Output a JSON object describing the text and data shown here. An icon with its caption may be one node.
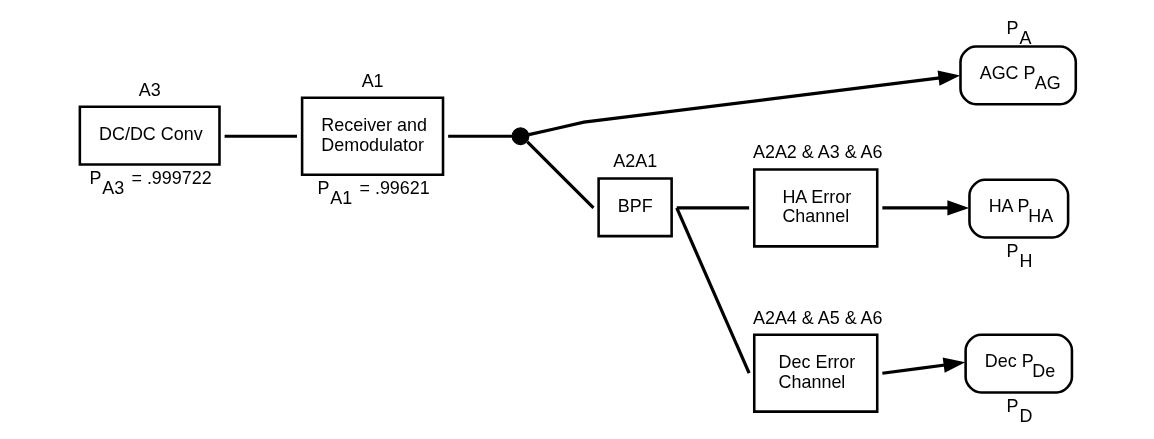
{
  "diagram": {
    "nodes": [
      {
        "text": [
          "A3",
          "DC/DC Conv"
        ],
        "beside": [
          "P$_{A3}$ = .999722"
        ]
      },
      {
        "text": [
          "A1",
          "Receiver and Demodulator"
        ],
        "beside": [
          "P$_{A1}$ = .99621"
        ]
      },
      {
        "text": [],
        "shape": "circle"
      },
      {
        "text": [
          "A2A1",
          "BPF"
        ]
      },
      {
        "text": [
          "A2A2 & A3 & A6",
          "HA Error Channel"
        ]
      },
      {
        "text": [
          "A2A4 & A5 & A6",
          "Dec Error Channel"
        ]
      },
      {
        "text": [
          "P$_{A}$",
          "AGC P$_{AG}$"
        ]
      },
      {
        "text": [
          "HA P$_{HA}$"
        ],
        "beside": [
          "P$_{H}$"
        ]
      },
      {
        "text": [
          "Dec P$_{De}$"
        ],
        "beside": [
          "P$_{D}$"
        ]
      }
    ],
    "edges": [
      {
        "from": 0,
        "to": 1,
        "arrow": "none"
      },
      {
        "from": 1,
        "to": 2,
        "arrow": "none"
      },
      {
        "from": 2,
        "to": 6,
        "arrow": "to"
      },
      {
        "from": 2,
        "to": 3,
        "arrow": "none"
      },
      {
        "from": 3,
        "to": 4,
        "arrow": "none"
      },
      {
        "from": 3,
        "to": 5,
        "arrow": "none"
      },
      {
        "from": 4,
        "to": 7,
        "arrow": "to"
      },
      {
        "from": 5,
        "to": 8,
        "arrow": "to"
      }
    ]
  }
}
